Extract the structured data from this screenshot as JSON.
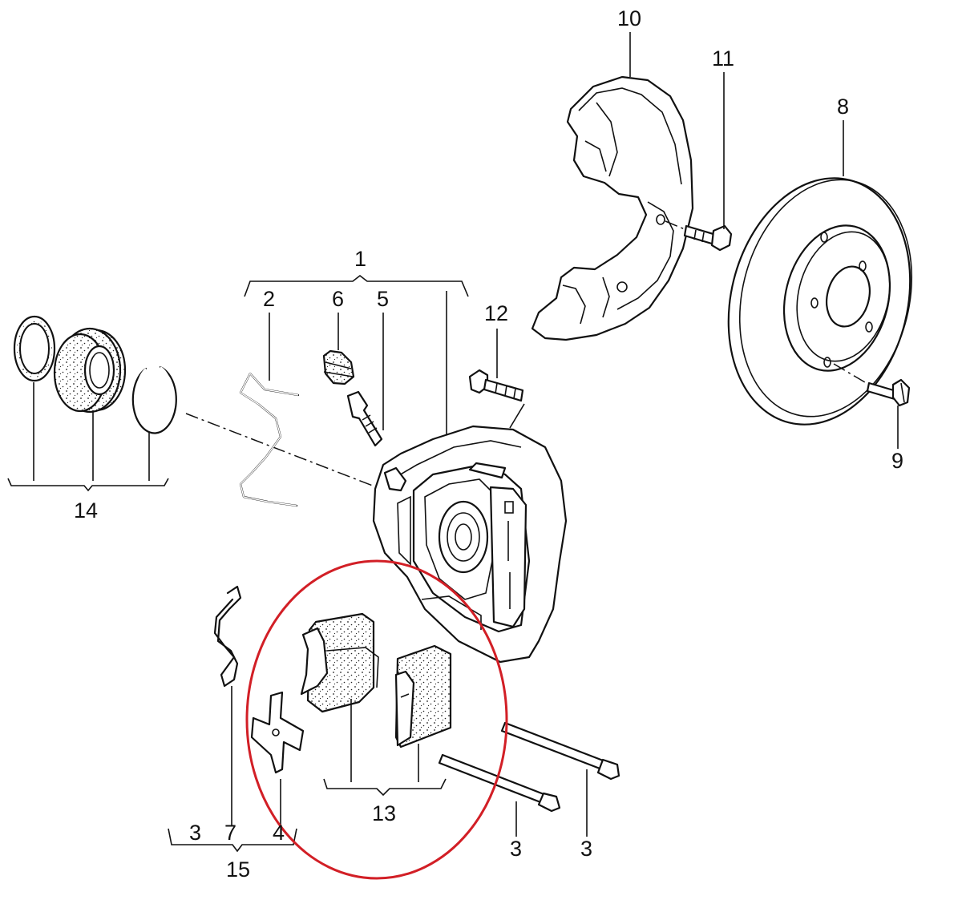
{
  "labels": {
    "p1": "1",
    "p2": "2",
    "p3a": "3",
    "p3b": "3",
    "p3c": "3",
    "p4": "4",
    "p5": "5",
    "p6": "6",
    "p7": "7",
    "p8": "8",
    "p9": "9",
    "p10": "10",
    "p11": "11",
    "p12": "12",
    "p13": "13",
    "p14": "14",
    "p15": "15"
  },
  "highlight": {
    "color": "#d21f26",
    "target": "brake-pads-13"
  }
}
